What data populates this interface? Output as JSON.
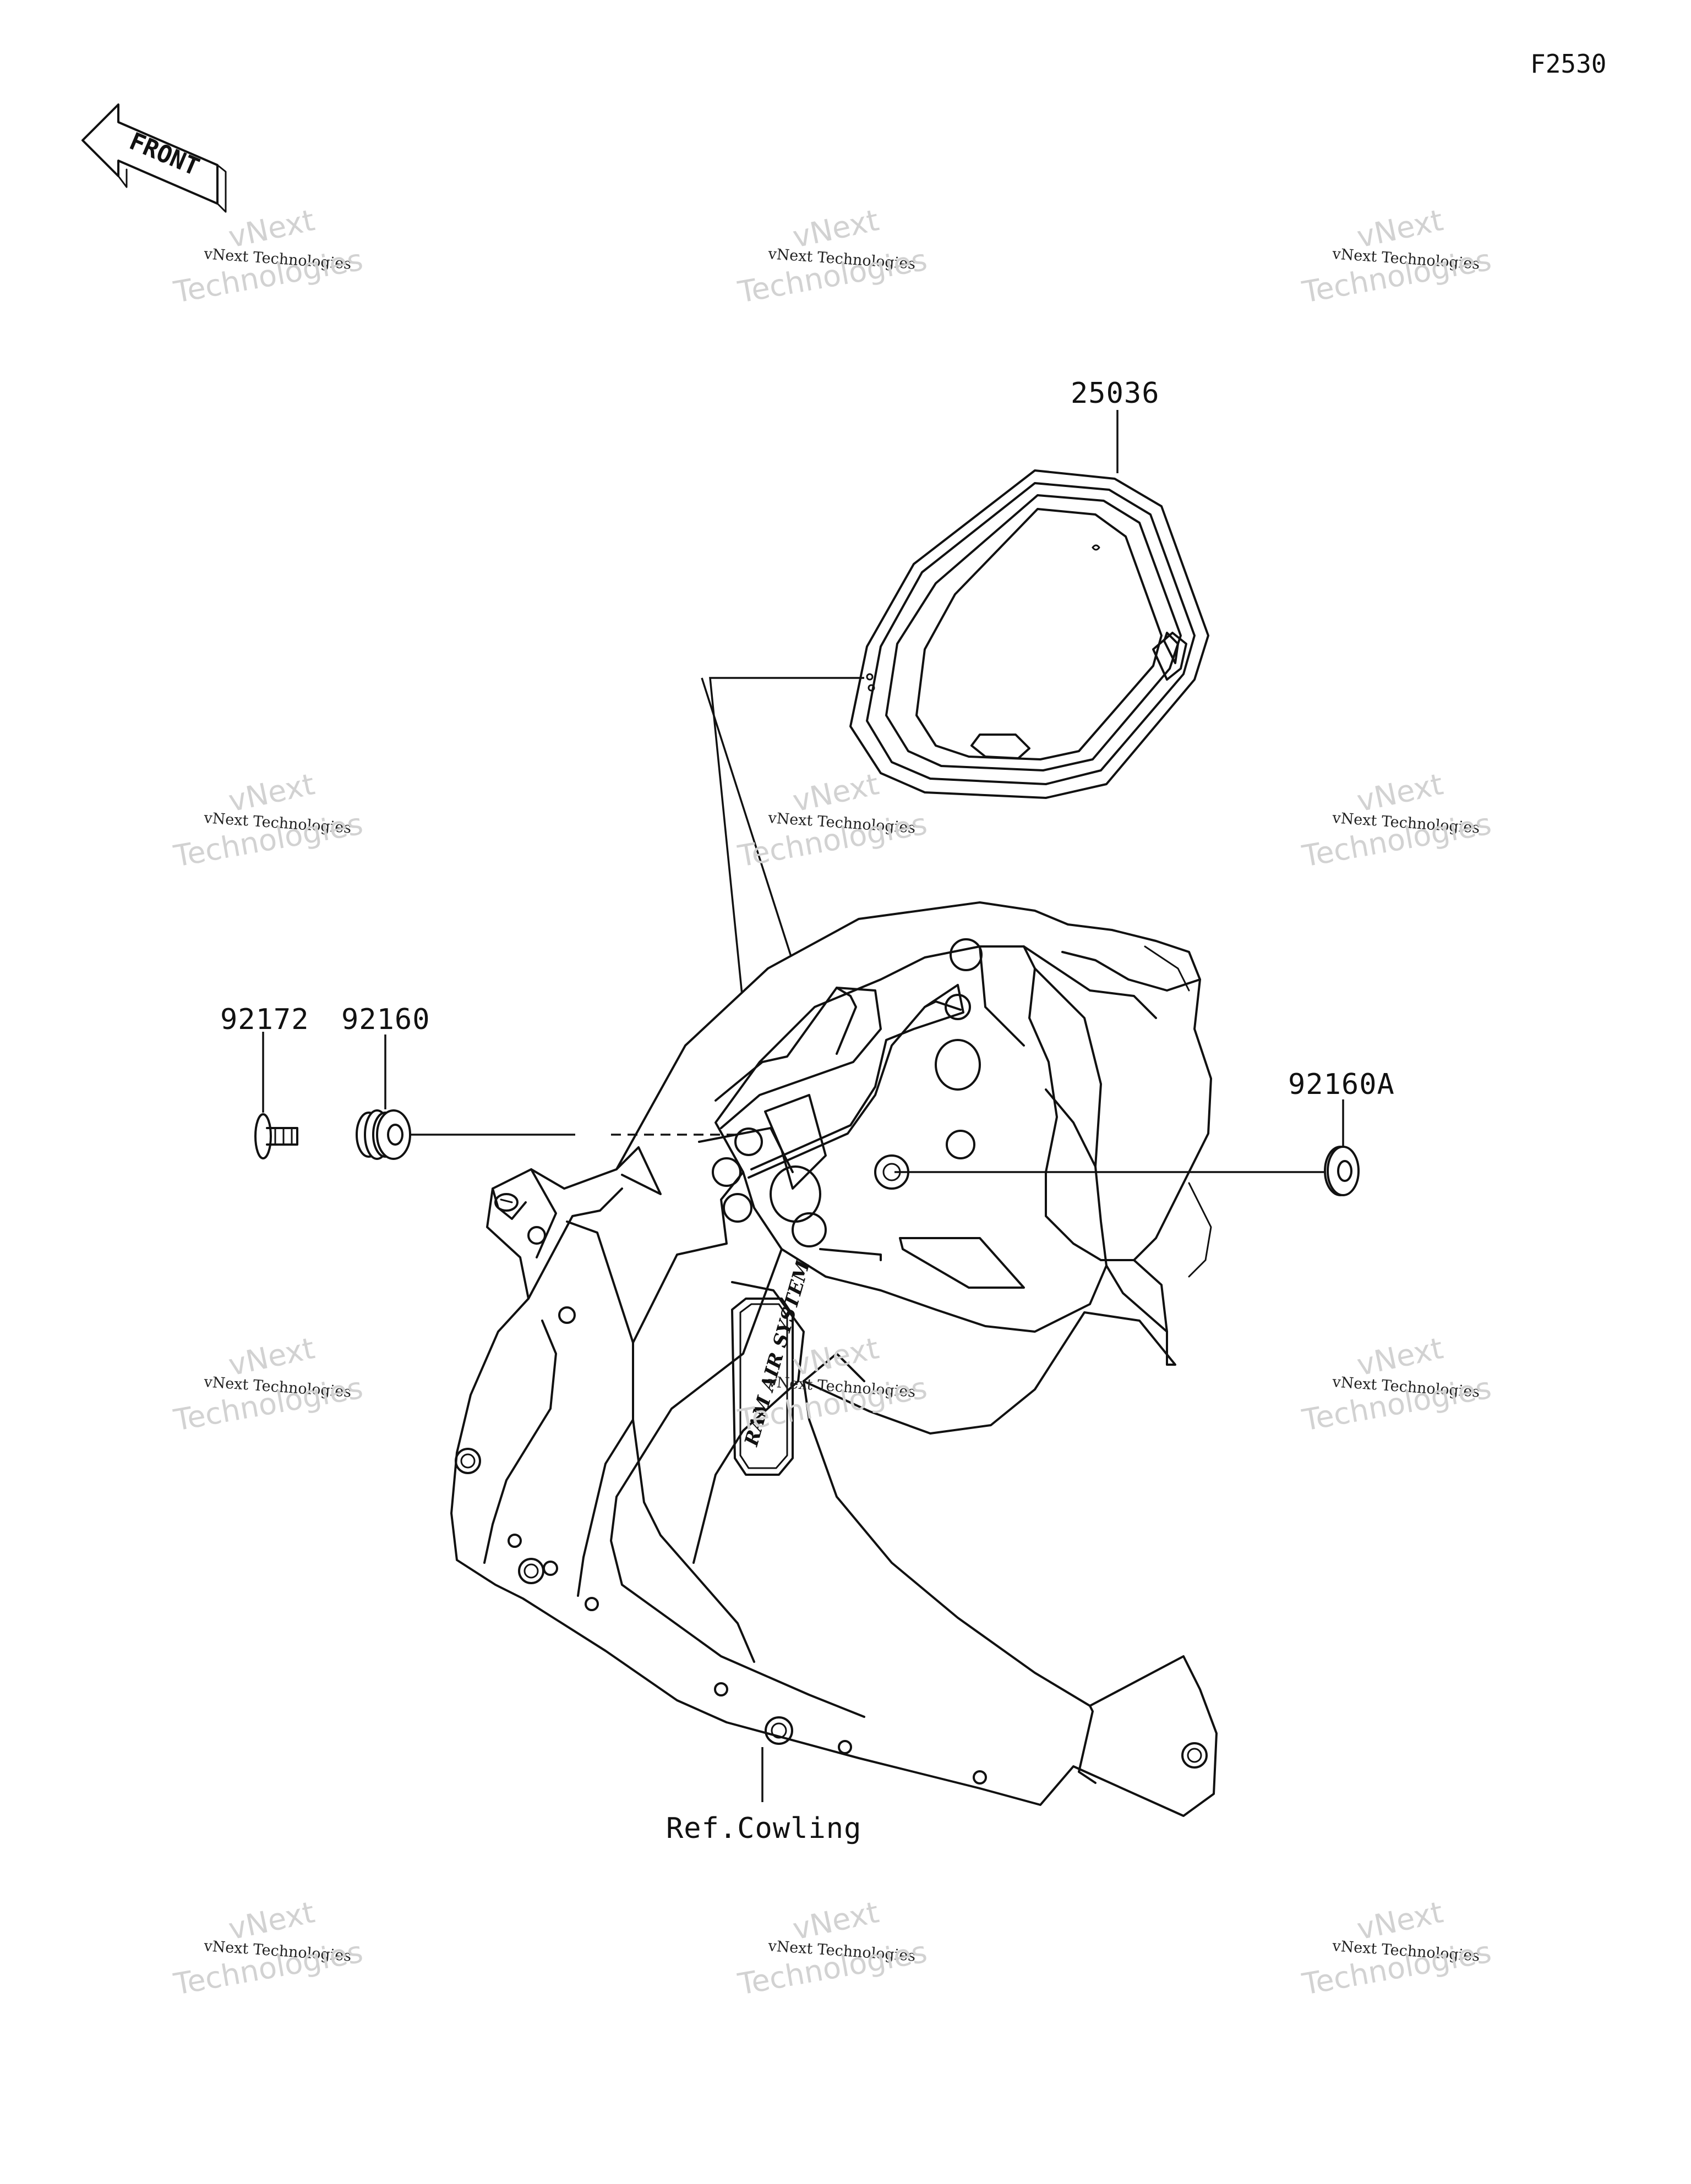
{
  "figure_code": "F2530",
  "front_arrow": {
    "label": "FRONT"
  },
  "parts": [
    {
      "number": "25036"
    },
    {
      "number": "92172"
    },
    {
      "number": "92160"
    },
    {
      "number": "92160A"
    }
  ],
  "reference": {
    "label": "Ref.Cowling"
  },
  "cowling_decal": {
    "text": "RAM AIR SYSTEM"
  },
  "watermark": {
    "line1": "vNext",
    "line2": "vNext Technologies",
    "line3": "Technologies"
  }
}
